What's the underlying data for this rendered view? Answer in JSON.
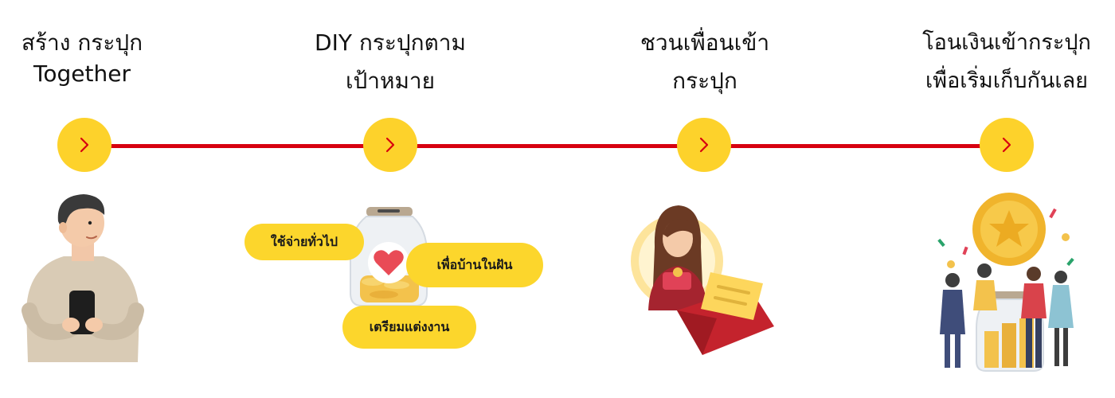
{
  "steps": [
    {
      "title_line1": "สร้าง กระปุก",
      "title_line2": "Together",
      "icon": "chevron-right-icon",
      "illustration": "man-with-phone"
    },
    {
      "title_line1": "DIY กระปุกตาม",
      "title_line2": "เป้าหมาย",
      "icon": "chevron-right-icon",
      "illustration": "savings-jar"
    },
    {
      "title_line1": "ชวนเพื่อนเข้า",
      "title_line2": "กระปุก",
      "icon": "chevron-right-icon",
      "illustration": "woman-with-envelope"
    },
    {
      "title_line1": "โอนเงินเข้ากระปุก",
      "title_line2": "เพื่อเริ่มเก็บกันเลย",
      "icon": "chevron-right-icon",
      "illustration": "friends-with-coin-jar"
    }
  ],
  "goal_tags": [
    "ใช้จ่ายทั่วไป",
    "เพื่อบ้านในฝัน",
    "เตรียมแต่งงาน"
  ],
  "colors": {
    "accent_yellow": "#fdd22b",
    "line_red": "#d7000f",
    "text": "#111111"
  }
}
